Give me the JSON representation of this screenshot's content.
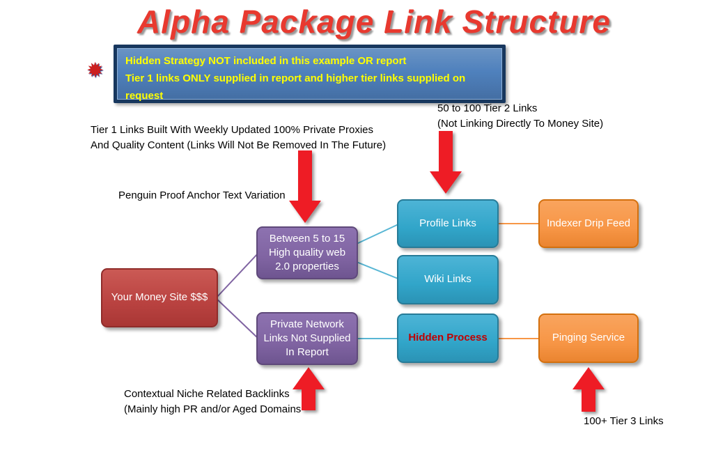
{
  "title": "Alpha Package Link Structure",
  "banner": {
    "text": "Hidden Strategy NOT included in this example OR report\nTier 1 links ONLY supplied in report and higher tier links supplied on request"
  },
  "annotations": {
    "tier1": "Tier 1 Links Built With Weekly Updated 100% Private Proxies\nAnd Quality Content (Links Will Not Be Removed In The Future)",
    "tier2": "50 to 100 Tier 2 Links\n(Not Linking Directly To Money Site)",
    "penguin": "Penguin Proof Anchor Text Variation",
    "contextual": "Contextual Niche Related Backlinks\n(Mainly high PR and/or Aged Domains",
    "tier3": "100+ Tier 3 Links"
  },
  "nodes": {
    "money_site": "Your Money Site $$$",
    "web20": "Between 5 to 15\nHigh quality web\n2.0 properties",
    "private_network": "Private Network\nLinks Not Supplied\nIn Report",
    "profile_links": "Profile Links",
    "wiki_links": "Wiki Links",
    "hidden_process": "Hidden Process",
    "indexer_drip_feed": "Indexer Drip Feed",
    "pinging_service": "Pinging Service"
  },
  "icons": {
    "star": "✹",
    "down_arrow": "down-arrow",
    "up_arrow": "up-arrow"
  },
  "colors": {
    "title_red": "#e8392f",
    "banner_fill": "#4f81bd",
    "banner_border": "#17375e",
    "banner_text": "#ffff00",
    "arrow_red": "#ee1c25",
    "money_site_red": "#b94240",
    "purple": "#8064a2",
    "teal": "#31a5c9",
    "orange": "#f79646",
    "hidden_process_text": "#c00000",
    "connector_purple": "#8064a2",
    "connector_teal": "#58b6d4",
    "connector_orange": "#f79646"
  }
}
